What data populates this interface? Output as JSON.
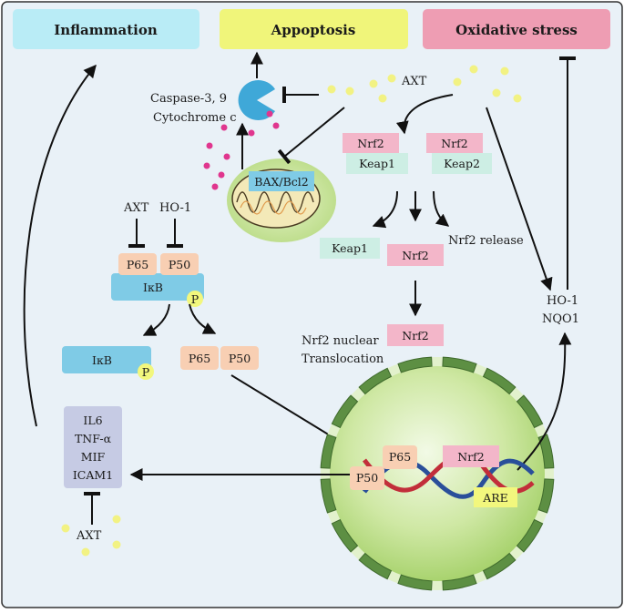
{
  "headers": {
    "inflammation": "Inflammation",
    "apoptosis": "Appoptosis",
    "oxidative_stress": "Oxidative stress"
  },
  "apoptosis": {
    "caspase": "Caspase-3, 9",
    "cytochrome": "Cytochrome c",
    "bax_bcl2": "BAX/Bcl2"
  },
  "axt": {
    "top": "AXT",
    "left_inhibitor": "AXT",
    "bottom": "AXT"
  },
  "ho1_inhibitor": "HO-1",
  "nfkb": {
    "p65": "P65",
    "p50": "P50",
    "ikb": "IκB",
    "p": "P",
    "ikb_free": "IκB",
    "p_free": "P",
    "p65_free": "P65",
    "p50_free": "P50"
  },
  "nrf2_pathway": {
    "nrf2_a": "Nrf2",
    "keap1_a": "Keap1",
    "nrf2_b": "Nrf2",
    "keap2": "Keap2",
    "keap1_released": "Keap1",
    "nrf2_released": "Nrf2",
    "release_label": "Nrf2 release",
    "nrf2_translocated": "Nrf2",
    "translocation_line1": "Nrf2 nuclear",
    "translocation_line2": "Translocation"
  },
  "antioxidants": {
    "ho1": "HO-1",
    "nqo1": "NQO1"
  },
  "cytokines": [
    "IL6",
    "TNF-α",
    "MIF",
    "ICAM1"
  ],
  "nucleus": {
    "p65": "P65",
    "p50": "P50",
    "nrf2": "Nrf2",
    "are": "ARE"
  },
  "colors": {
    "background": "#e9f1f7",
    "inflammation": "#b9ecf6",
    "apoptosis": "#f0f57a",
    "oxidative_stress": "#ee9db3",
    "nrf2": "#f3b6c9",
    "keap": "#cdeee4",
    "p65_p50": "#f8cfb3",
    "ikb": "#7fcbe6",
    "phospho": "#f2f77d",
    "cytokine_box": "#c6cbe4",
    "axt_dots": "#f2f283",
    "cytochrome_dots": "#e0368e",
    "caspase": "#3fa8d8",
    "nucleus": "#c6e59a",
    "nuclear_envelope": "#5d8f43"
  }
}
